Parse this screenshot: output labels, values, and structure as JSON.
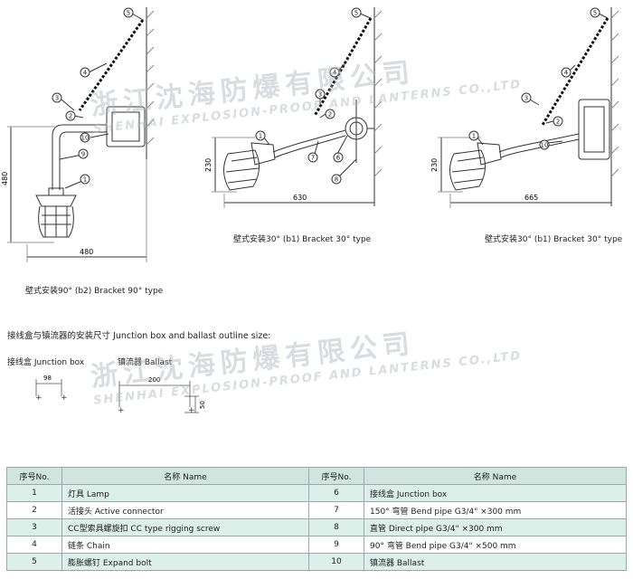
{
  "watermark": {
    "cn": "浙江沈海防爆有限公司",
    "en": "SHENHAI EXPLOSION-PROOF AND LANTERNS CO.,LTD"
  },
  "figure_b2": {
    "dims": {
      "height": "480",
      "width": "480"
    },
    "callouts": [
      "5",
      "4",
      "3",
      "2",
      "10",
      "9",
      "1"
    ],
    "caption": "壁式安装90° (b2) Bracket 90° type"
  },
  "figure_b1_a": {
    "dims": {
      "height": "230",
      "width": "630"
    },
    "callouts": [
      "5",
      "4",
      "3",
      "2",
      "1",
      "7",
      "6",
      "8"
    ],
    "caption": "壁式安装30° (b1) Bracket 30° type"
  },
  "figure_b1_b": {
    "dims": {
      "height": "230",
      "width": "665"
    },
    "callouts": [
      "5",
      "4",
      "3",
      "2",
      "1",
      "10"
    ],
    "caption": "壁式安装30° (b1) Bracket 30° type"
  },
  "junction_section": {
    "title": "接线盒与镇流器的安装尺寸 Junction box and ballast outline size:",
    "junction_label": "接线盒 Junction box",
    "junction_dim": "98",
    "ballast_label": "镇流器 Ballast",
    "ballast_dim_w": "200",
    "ballast_dim_h": "50"
  },
  "parts_table": {
    "headers": [
      "序号No.",
      "名称 Name",
      "序号No.",
      "名称 Name"
    ],
    "rows": [
      {
        "no1": "1",
        "name1": "灯具 Lamp",
        "no2": "6",
        "name2": "接线盒 Junction box"
      },
      {
        "no1": "2",
        "name1": "活接头 Active connector",
        "no2": "7",
        "name2": "150° 弯管 Bend pipe G3/4\" ×300 mm"
      },
      {
        "no1": "3",
        "name1": "CC型索具螺旋扣 CC type rigging screw",
        "no2": "8",
        "name2": "直管 Direct pipe        G3/4\" ×300 mm"
      },
      {
        "no1": "4",
        "name1": "链条 Chain",
        "no2": "9",
        "name2": "90° 弯管 Bend pipe  G3/4\" ×500 mm"
      },
      {
        "no1": "5",
        "name1": "膨胀螺钉 Expand bolt",
        "no2": "10",
        "name2": "镇流器 Ballast"
      }
    ]
  }
}
